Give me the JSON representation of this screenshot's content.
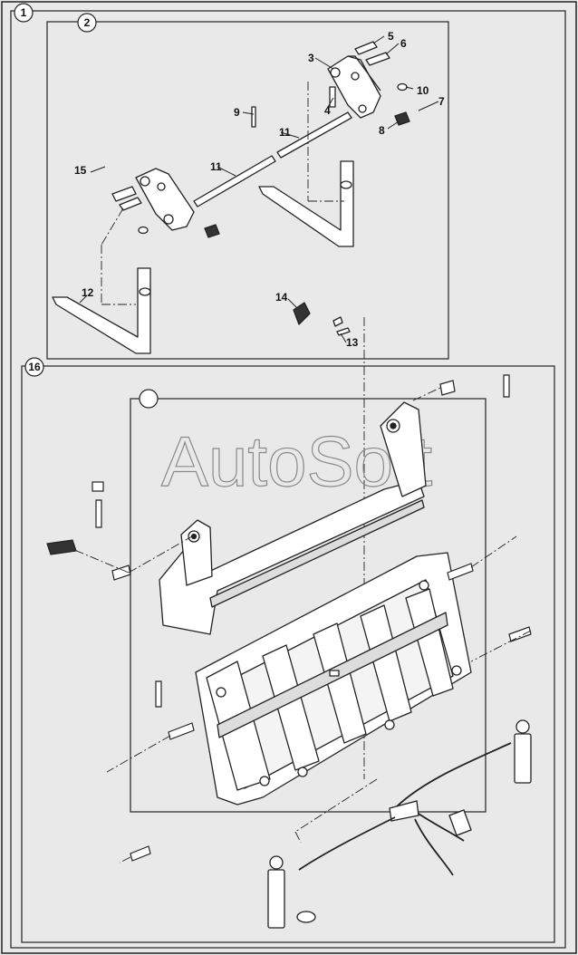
{
  "watermark": "AutoSoft",
  "panels": {
    "outer": {
      "number": "1"
    },
    "attachment": {
      "number": "2"
    },
    "bucket": {
      "number": "16"
    },
    "bucket_inner": {
      "number": ""
    }
  },
  "callouts": {
    "c3": "3",
    "c4": "4",
    "c5": "5",
    "c6": "6",
    "c7": "7",
    "c8": "8",
    "c9": "9",
    "c10": "10",
    "c11a": "11",
    "c11b": "11",
    "c12": "12",
    "c13": "13",
    "c14": "14",
    "c15": "15"
  }
}
